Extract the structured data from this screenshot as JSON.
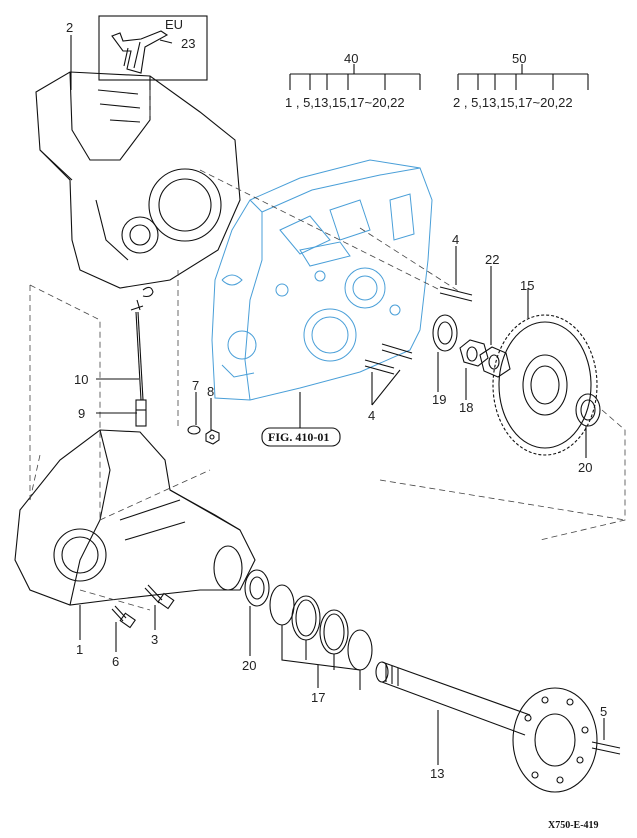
{
  "callouts": {
    "c1": "1",
    "c2": "2",
    "c3": "3",
    "c4a": "4",
    "c4b": "4",
    "c5": "5",
    "c6": "6",
    "c7": "7",
    "c8": "8",
    "c9": "9",
    "c10": "10",
    "c13": "13",
    "c15": "15",
    "c17": "17",
    "c18": "18",
    "c19": "19",
    "c20a": "20",
    "c20b": "20",
    "c22": "22",
    "c23": "23"
  },
  "eu_label": "EU",
  "groups": [
    {
      "id": "40",
      "members": "1 , 5,13,15,17~20,22"
    },
    {
      "id": "50",
      "members": "2 , 5,13,15,17~20,22"
    }
  ],
  "fig_ref": "FIG. 410-01",
  "drawing_code": "X750-E-419",
  "colors": {
    "housing_ref": "#4a9fd8",
    "line": "#111111"
  }
}
